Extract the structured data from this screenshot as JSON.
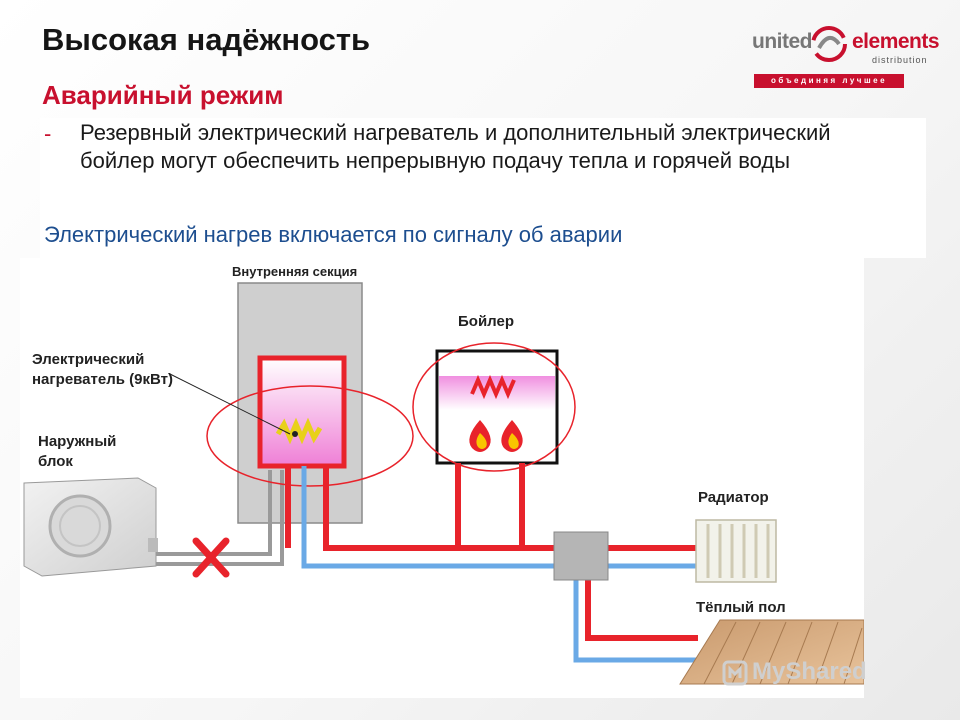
{
  "slide": {
    "title": "Высокая надёжность",
    "subtitle": "Аварийный режим",
    "bullet_dash": "-",
    "bullet_text": "Резервный электрический нагреватель и дополнительный электрический бойлер могут обеспечить непрерывную подачу тепла и горячей воды",
    "note": "Электрический нагрев включается по сигналу об аварии"
  },
  "logo": {
    "left_word": "united",
    "right_word": "elements",
    "sub": "distribution",
    "tagline": "объединяя лучшее"
  },
  "diagram": {
    "labels": {
      "inner_section": "Внутренняя секция",
      "boiler": "Бойлер",
      "heater_line1": "Электрический",
      "heater_line2": "нагреватель (9кВт)",
      "outdoor_line1": "Наружный",
      "outdoor_line2": "блок",
      "radiator": "Радиатор",
      "floor": "Тёплый пол"
    }
  },
  "watermark": {
    "text": "MyShared"
  },
  "colors": {
    "accent_red": "#c8102e",
    "pipe_red": "#e8232b",
    "pipe_blue": "#6aa9e6",
    "note_blue": "#1d4e8f"
  }
}
